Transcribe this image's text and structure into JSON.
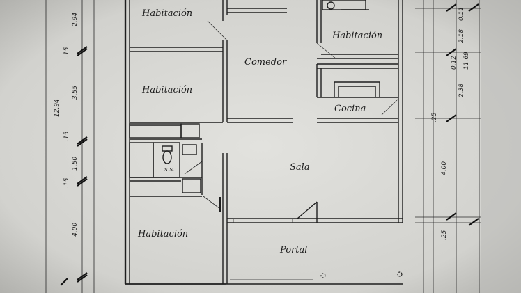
{
  "rooms": {
    "habitacion_top_left": "Habitación",
    "habitacion_top_right": "Habitación",
    "comedor": "Comedor",
    "habitacion_mid_left": "Habitación",
    "cocina": "Cocina",
    "ss": "s.s.",
    "sala": "Sala",
    "habitacion_bottom_left": "Habitación",
    "portal": "Portal"
  },
  "dimensions_left": {
    "d294": "2.94",
    "d15a": ".15",
    "d355": "3.55",
    "d15b": ".15",
    "d150": "1.50",
    "d15c": ".15",
    "d400": "4.00",
    "total": "12.94"
  },
  "dimensions_right": {
    "d011": "0.11",
    "d218": "2.18",
    "d012": "0.12",
    "d238": "2.38",
    "d25a": ".25",
    "d400": "4.00",
    "d25b": ".25",
    "total": "11.69"
  }
}
